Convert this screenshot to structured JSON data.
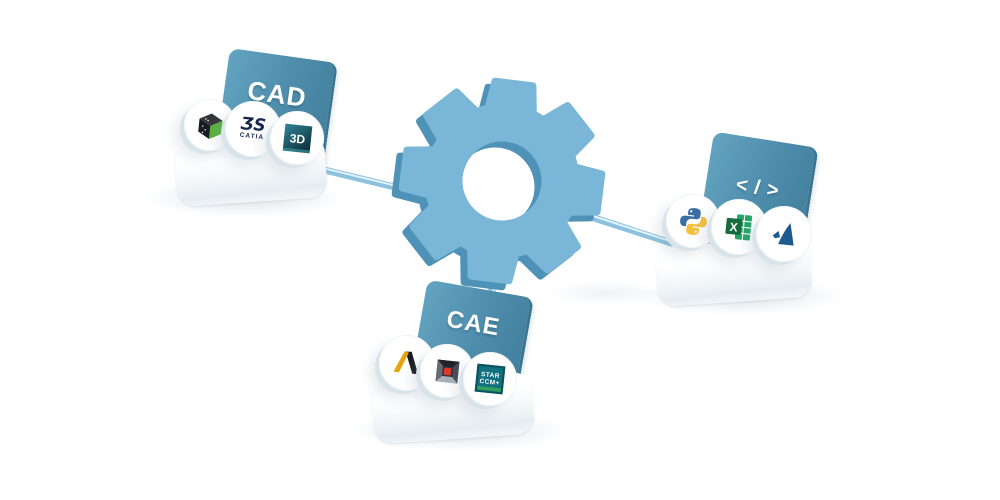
{
  "scene": {
    "description": "gear hub connecting CAD, CAE and scripting tool platforms",
    "groups": {
      "cad": {
        "label": "CAD",
        "tools": {
          "cube": {
            "name": "dassault-3d-cube"
          },
          "catia": {
            "logo": "ƷS",
            "caption": "CATIA"
          },
          "experience": {
            "label": "3D"
          }
        }
      },
      "code": {
        "label": "</>",
        "tools": {
          "python": {
            "name": "python"
          },
          "excel": {
            "letter": "X"
          },
          "matlab": {
            "name": "matlab"
          }
        }
      },
      "cae": {
        "label": "CAE",
        "tools": {
          "ansys": {
            "name": "ansys"
          },
          "redcube": {
            "name": "simulation-red-cube"
          },
          "starccm": {
            "line1": "STAR",
            "line2": "CCM+"
          }
        }
      }
    },
    "colors": {
      "card_teal_light": "#63a4c0",
      "card_teal": "#4d8cab",
      "card_edge": "#3b7592",
      "gear_face": "#7ab6d7",
      "gear_side": "#4f92b8",
      "cable": "#8cc2de",
      "cable_highlight": "#e3f3fb",
      "python_blue": "#3b6ea5",
      "python_yellow": "#f2c13d",
      "excel_dark_green": "#156b3e",
      "excel_green": "#23a566",
      "ansys_gold": "#e5a50a",
      "ansys_black": "#1a1b1e",
      "matlab_navy": "#1d5a8f",
      "red_cube": "#df382c",
      "star_teal": "#10707e",
      "star_strip_green": "#2f9e5f",
      "cube_green": "#58b13c",
      "navy_text": "#13264d"
    }
  }
}
